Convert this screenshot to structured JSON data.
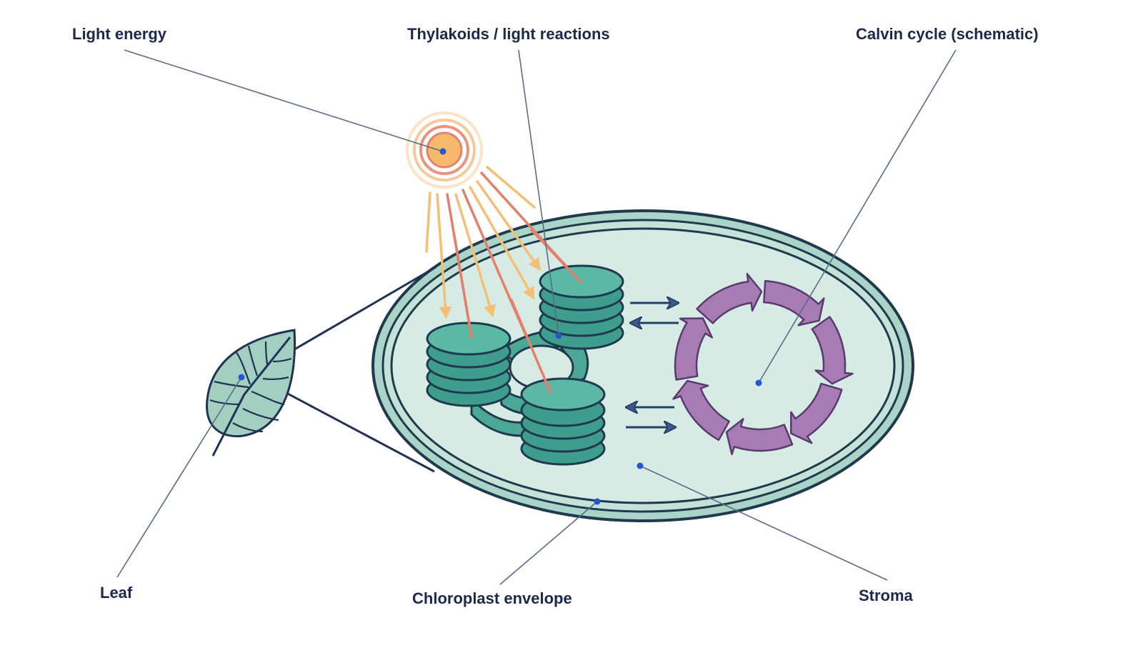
{
  "labels": {
    "light_energy": "Light energy",
    "thylakoids": "Thylakoids / light reactions",
    "calvin_cycle": "Calvin cycle (schematic)",
    "leaf": "Leaf",
    "chloroplast_envelope": "Chloroplast envelope",
    "stroma": "Stroma"
  },
  "colors": {
    "text": "#1b2a4a",
    "leader_line": "#5a6b86",
    "marker_dot": "#2357d6",
    "stroma_fill": "#d3e8e2",
    "envelope_fill": "#9fcdbf",
    "envelope_stroke": "#1f3a4d",
    "thylakoid_fill": "#3e9d8c",
    "thylakoid_top": "#5ab8a5",
    "calvin_arrow": "#a77bb3",
    "sun_core": "#f6b96b",
    "sun_ring": "#e4836b",
    "ray_orange": "#f4bf74",
    "ray_red": "#e57f6b",
    "exchange_arrow": "#24406a"
  },
  "icons": [
    "sun-icon",
    "leaf-icon",
    "calvin-cycle-icon",
    "thylakoid-stack-icon"
  ]
}
